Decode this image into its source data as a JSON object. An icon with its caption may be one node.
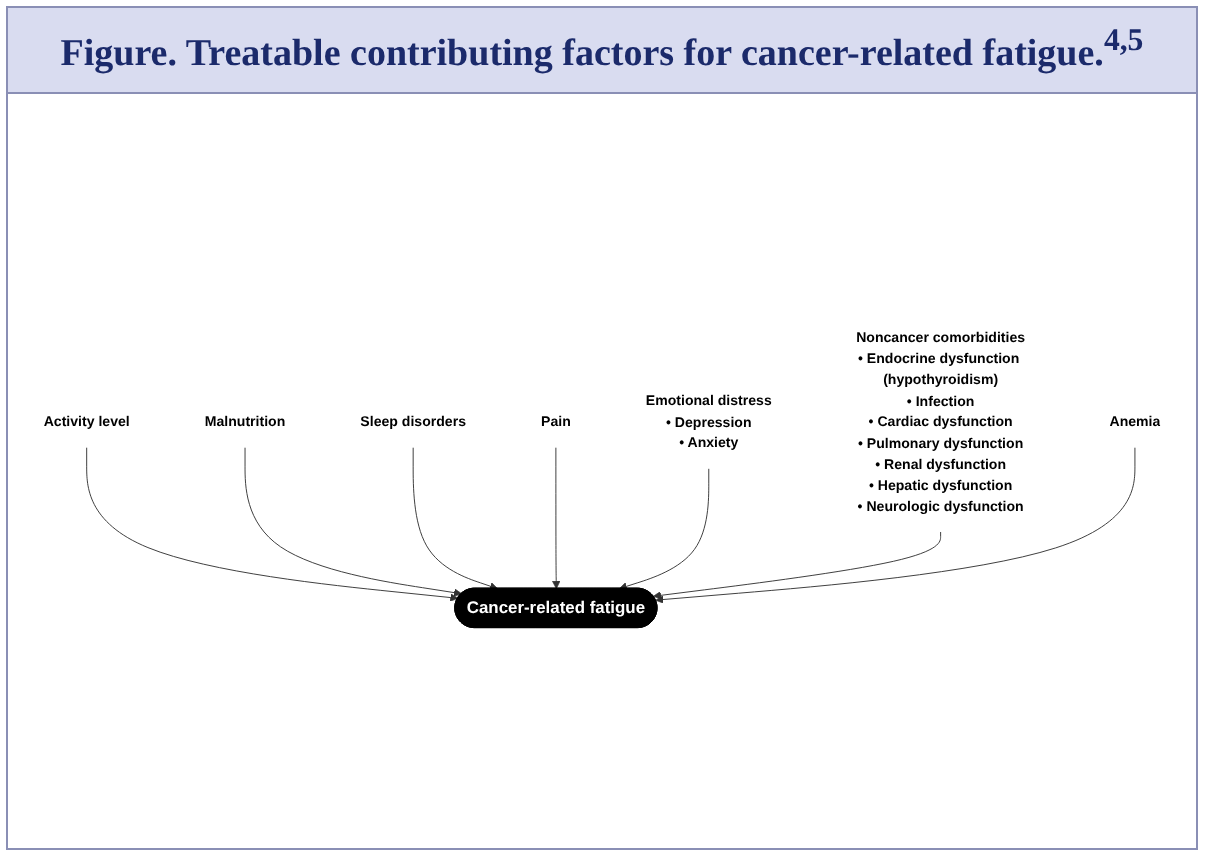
{
  "diagram": {
    "title": "Figure. Treatable contributing factors for cancer-related fatigue.$^{4,5}$",
    "nodes": [
      {
        "text": [
          "Activity level"
        ]
      },
      {
        "text": [
          "Malnutrition"
        ]
      },
      {
        "text": [
          "Sleep disorders"
        ]
      },
      {
        "text": [
          "Pain"
        ]
      },
      {
        "text": [
          "Cancer-related fatigue"
        ]
      },
      {
        "text": [
          "Emotional distress",
          "• Depression",
          "• Anxiety"
        ]
      },
      {
        "text": [
          "Noncancer comorbidities",
          "• Endocrine dysfunction (hypothyroidism)",
          "• Infection",
          "• Cardiac dysfunction",
          "• Pulmonary dysfunction",
          "• Renal dysfunction",
          "• Hepatic dysfunction",
          "• Neurologic dysfunction"
        ]
      },
      {
        "text": [
          "Anemia"
        ]
      }
    ],
    "edges": [
      {
        "from": 0,
        "to": 4,
        "arrow": "to"
      },
      {
        "from": 1,
        "to": 4,
        "arrow": "to"
      },
      {
        "from": 2,
        "to": 4,
        "arrow": "to"
      },
      {
        "from": 3,
        "to": 4,
        "arrow": "to"
      },
      {
        "from": 5,
        "to": 4,
        "arrow": "to"
      },
      {
        "from": 6,
        "to": 4,
        "arrow": "to"
      },
      {
        "from": 7,
        "to": 4,
        "arrow": "to"
      }
    ]
  }
}
